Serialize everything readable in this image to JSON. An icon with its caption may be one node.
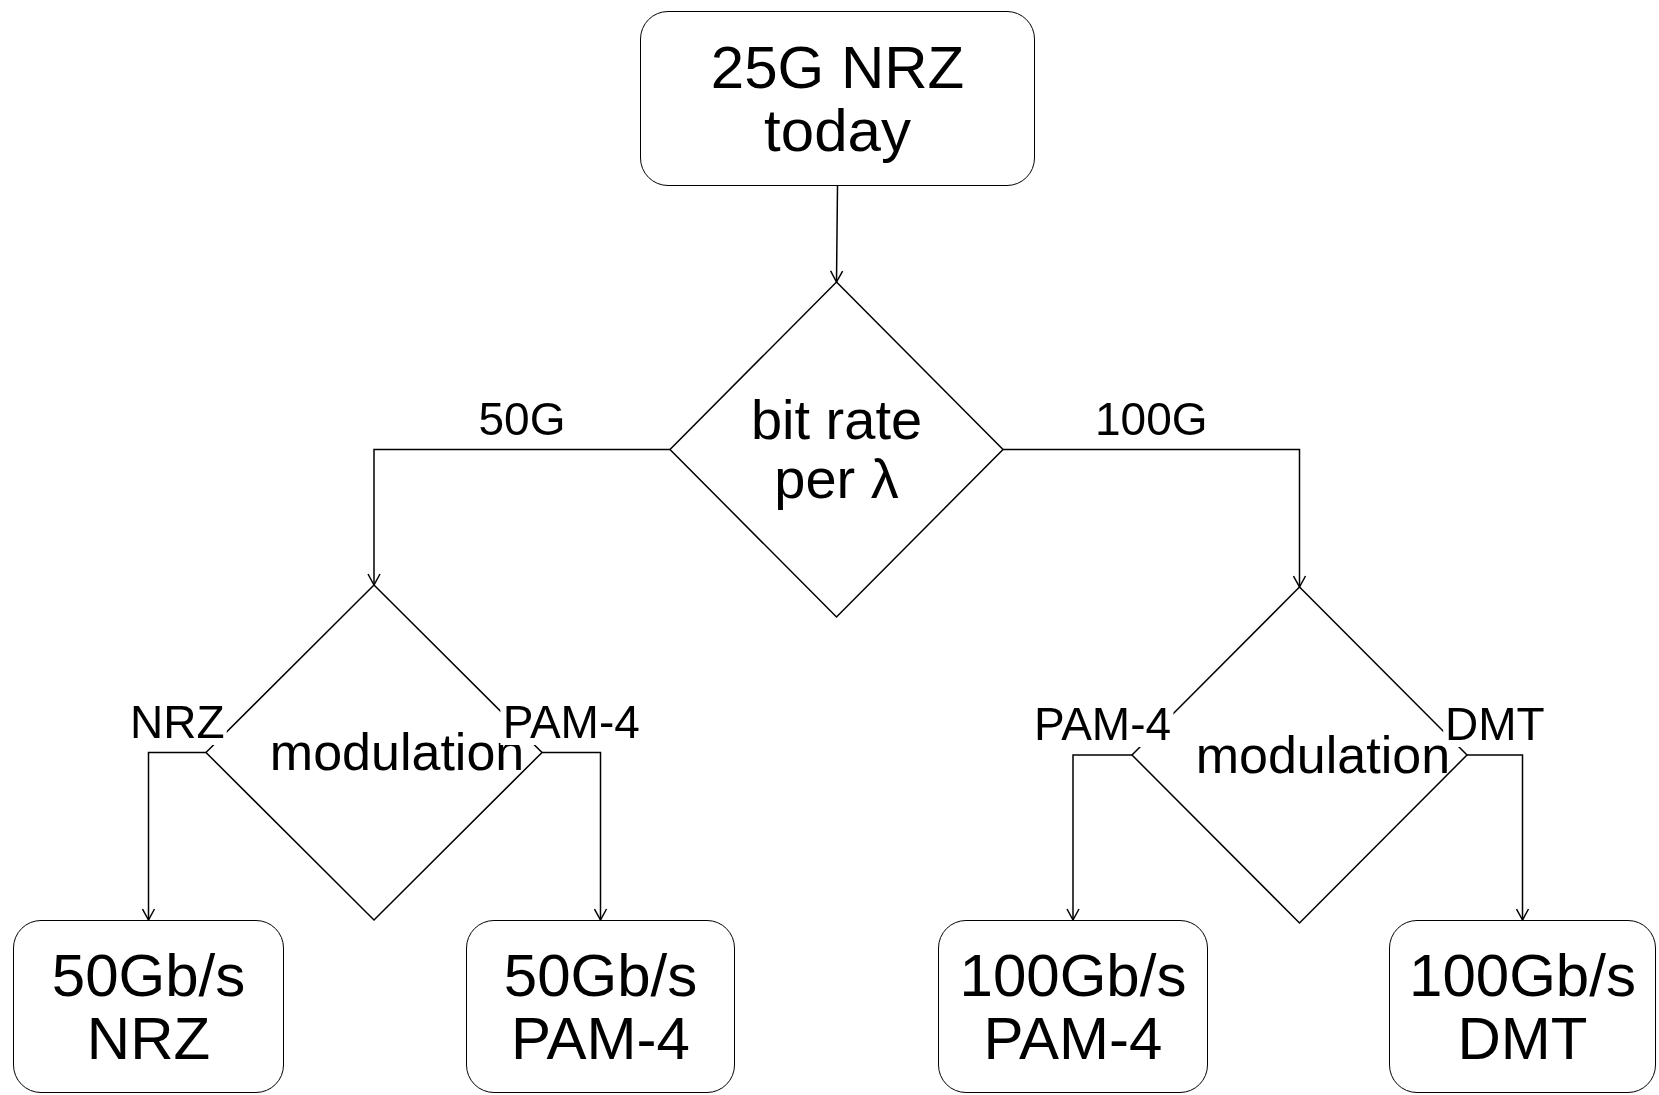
{
  "diagram": {
    "nodes": [
      {
        "text": [
          "25G NRZ today"
        ]
      },
      {
        "text": [
          "bit rate per λ"
        ]
      },
      {
        "text": [
          "modulation"
        ]
      },
      {
        "text": [
          "modulation"
        ]
      },
      {
        "text": [
          "50Gb/s NRZ"
        ]
      },
      {
        "text": [
          "50Gb/s PAM-4"
        ]
      },
      {
        "text": [
          "100Gb/s PAM-4"
        ]
      },
      {
        "text": [
          "100Gb/s DMT"
        ]
      }
    ],
    "edges": [
      {
        "from": 0,
        "to": 1,
        "arrow": "to"
      },
      {
        "from": 1,
        "to": 2,
        "arrow": "to",
        "label": "50G"
      },
      {
        "from": 1,
        "to": 3,
        "arrow": "to",
        "label": "100G"
      },
      {
        "from": 2,
        "to": 4,
        "arrow": "to",
        "label": "NRZ"
      },
      {
        "from": 2,
        "to": 5,
        "arrow": "to",
        "label": "PAM-4"
      },
      {
        "from": 3,
        "to": 6,
        "arrow": "to",
        "label": "PAM-4"
      },
      {
        "from": 3,
        "to": 7,
        "arrow": "to",
        "label": "DMT"
      }
    ]
  }
}
